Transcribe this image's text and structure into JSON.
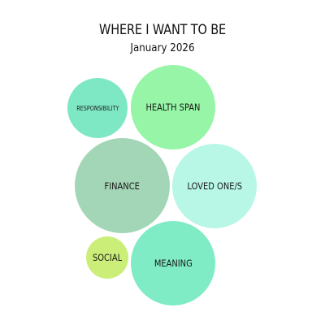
{
  "header": {
    "title": "WHERE I WANT TO BE",
    "subtitle": "January 2026"
  },
  "bubbles": [
    {
      "label": "RESPONSIBILITY",
      "color": "#7ee8c4"
    },
    {
      "label": "HEALTH SPAN",
      "color": "#96f5a6"
    },
    {
      "label": "FINANCE",
      "color": "#a3d6b6"
    },
    {
      "label": "LOVED ONE/S",
      "color": "#b8f7e6"
    },
    {
      "label": "SOCIAL",
      "color": "#cbee78"
    },
    {
      "label": "MEANING",
      "color": "#7fecc5"
    }
  ]
}
